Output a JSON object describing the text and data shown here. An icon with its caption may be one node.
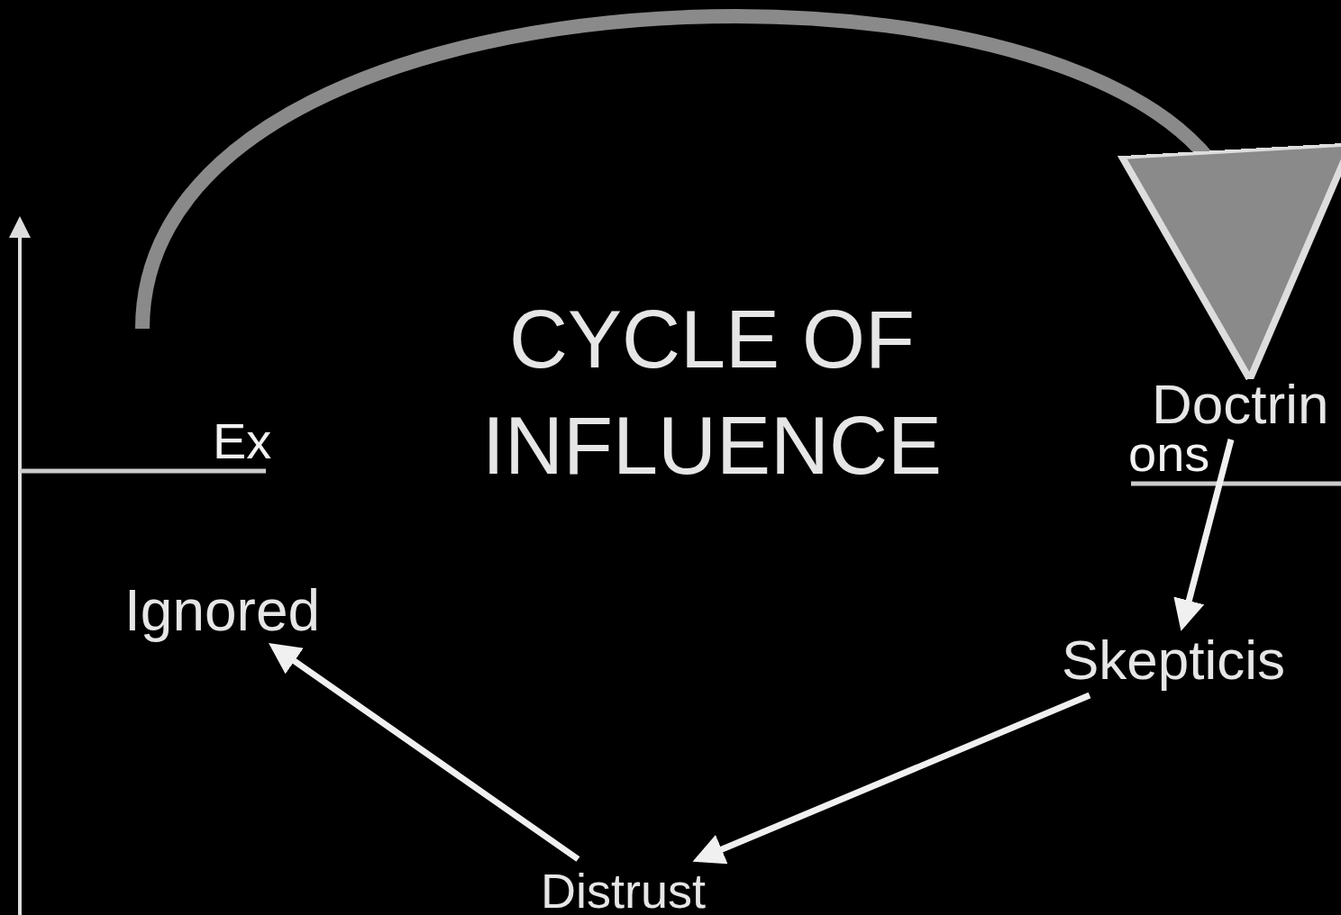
{
  "diagram": {
    "title": "CYCLE OF INFLUENCE",
    "nodes": [
      {
        "text": [
          "Doctrin"
        ]
      },
      {
        "text": [
          "Skepticis"
        ]
      },
      {
        "text": [
          "Distrust"
        ]
      },
      {
        "text": [
          "Ignored"
        ]
      }
    ],
    "edges": [
      {
        "from": null,
        "to": 0,
        "arrow": "to",
        "style": "thick",
        "color": "#8a8a8a"
      },
      {
        "from": 0,
        "to": 1,
        "arrow": "to"
      },
      {
        "from": 1,
        "to": 2,
        "arrow": "to"
      },
      {
        "from": 2,
        "to": 3,
        "arrow": "to"
      }
    ],
    "labels": [
      "Ex",
      "ons"
    ]
  }
}
